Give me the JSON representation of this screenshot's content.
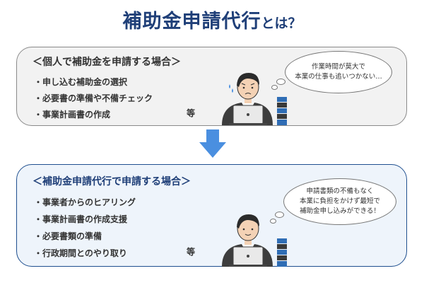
{
  "title": {
    "main": "補助金申請代行",
    "sub": "とは？"
  },
  "self_apply": {
    "heading": "＜個人で補助金を申請する場合＞",
    "items": [
      "申し込む補助金の選択",
      "必要書の準備や不備チェック",
      "事業計画書の作成"
    ],
    "etc": "等",
    "bubble": [
      "作業時間が莫大で",
      "本業の仕事も追いつかない…"
    ]
  },
  "agency_apply": {
    "heading": "＜補助金申請代行で申請する場合＞",
    "items": [
      "事業者からのヒアリング",
      "事業計画書の作成支援",
      "必要書類の準備",
      "行政期間とのやり取り"
    ],
    "etc": "等",
    "bubble": [
      "申請書類の不備もなく",
      "本業に負担をかけず最短で",
      "補助金申し込みができる！"
    ]
  },
  "colors": {
    "title": "#1f3f78",
    "arrow": "#4a8fe0",
    "box2_border": "#1f4f8f",
    "box2_bg": "#eef4fb"
  },
  "bullet": "・"
}
